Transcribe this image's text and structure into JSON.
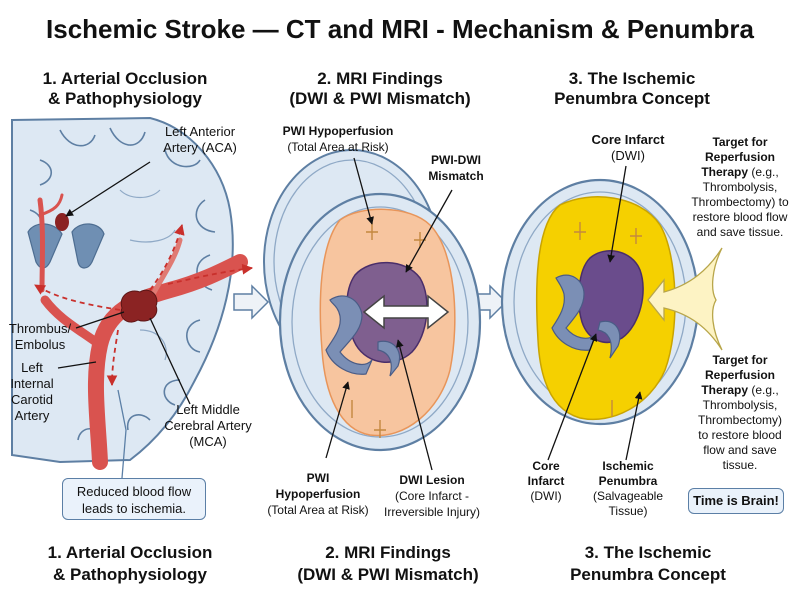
{
  "title": "Ischemic Stroke — CT and MRI - Mechanism & Penumbra",
  "panels": [
    {
      "heading_line1": "1. Arterial Occlusion",
      "heading_line2": "& Pathophysiology"
    },
    {
      "heading_line1": "2. MRI Findings",
      "heading_line2": "(DWI & PWI Mismatch)"
    },
    {
      "heading_line1": "3. The Ischemic",
      "heading_line2": "Penumbra Concept"
    }
  ],
  "panel1": {
    "aca_line1": "Left Anterior",
    "aca_line2": "Artery (ACA)",
    "thrombus_line1": "Thrombus/",
    "thrombus_line2": "Embolus",
    "ica_line1": "Left",
    "ica_line2": "Internal",
    "ica_line3": "Carotid",
    "ica_line4": "Artery",
    "mca_line1": "Left Middle",
    "mca_line2": "Cerebral Artery",
    "mca_line3": "(MCA)",
    "note_line1": "Reduced blood flow",
    "note_line2": "leads to ischemia."
  },
  "panel2": {
    "pwi_top_line1": "PWI Hypoperfusion",
    "pwi_top_line2": "(Total Area at Risk)",
    "mismatch_line1": "PWI-DWI",
    "mismatch_line2": "Mismatch",
    "pwi_bot_line1": "PWI",
    "pwi_bot_line2": "Hypoperfusion",
    "pwi_bot_line3": "(Total Area at Risk)",
    "dwi_line1": "DWI Lesion",
    "dwi_line2": "(Core Infarct -",
    "dwi_line3": "Irreversible Injury)"
  },
  "panel3": {
    "core_top_line1": "Core Infarct",
    "core_top_line2": "(DWI)",
    "target_top_line1": "Target for",
    "target_top_line2": "Reperfusion",
    "target_top_line3a": "Therapy",
    "target_top_line3b": " (e.g.,",
    "target_top_line4": "Thrombolysis,",
    "target_top_line5": "Thrombectomy) to",
    "target_top_line6": "restore blood flow",
    "target_top_line7": "and save tissue.",
    "target_bot_line1": "Target for",
    "target_bot_line2": "Reperfusion",
    "target_bot_line3a": "Therapy",
    "target_bot_line3b": " (e.g.,",
    "target_bot_line4": "Thrombolysis,",
    "target_bot_line5": "Thrombectomy)",
    "target_bot_line6": "to restore blood",
    "target_bot_line7": "flow and save",
    "target_bot_line8": "tissue.",
    "core_bot_line1": "Core",
    "core_bot_line2": "Infarct",
    "core_bot_line3": "(DWI)",
    "pen_line1": "Ischemic",
    "pen_line2": "Penumbra",
    "pen_line3": "(Salvageable",
    "pen_line4": "Tissue)",
    "badge": "Time is Brain!"
  },
  "colors": {
    "brain_fill": "#dde8f3",
    "brain_outline": "#5e7fa3",
    "artery": "#d9534f",
    "thrombus": "#8b2323",
    "hypoperfusion": "#f7c59f",
    "core_infarct": "#6a4c8c",
    "penumbra": "#f5d000",
    "target_arrow": "#fdf3c4"
  }
}
